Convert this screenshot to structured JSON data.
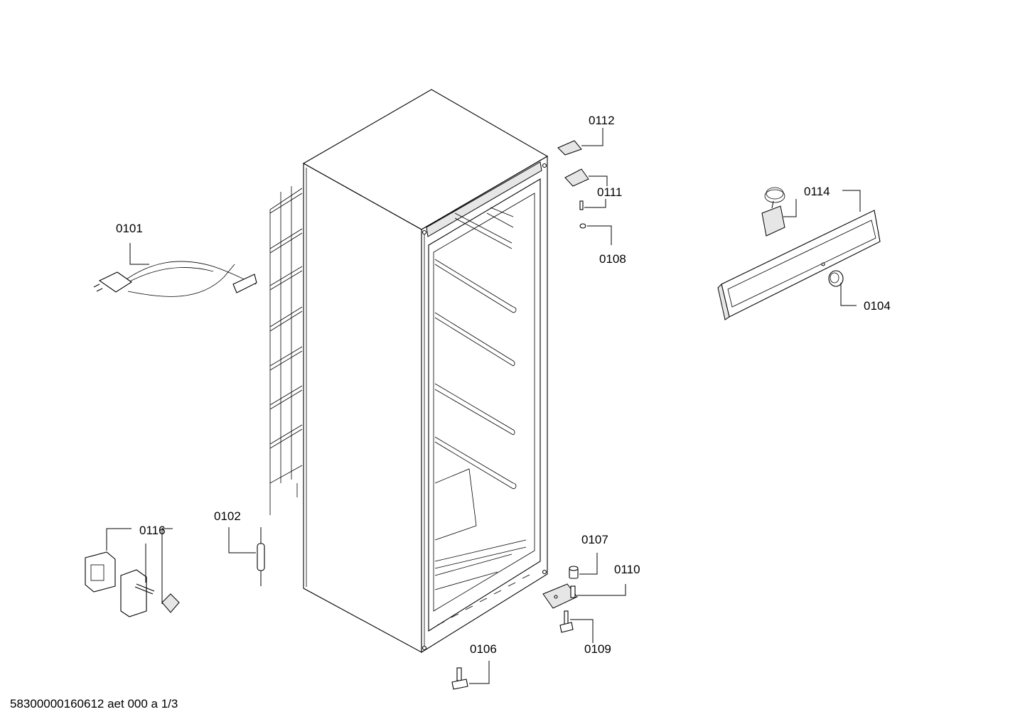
{
  "callouts": {
    "c0101": "0101",
    "c0102": "0102",
    "c0104": "0104",
    "c0106": "0106",
    "c0107": "0107",
    "c0108": "0108",
    "c0109": "0109",
    "c0110": "0110",
    "c0111": "0111",
    "c0112": "0112",
    "c0114": "0114",
    "c0116": "0116"
  },
  "footer": {
    "reference": "58300000160612 aet 000 a 1/3"
  }
}
